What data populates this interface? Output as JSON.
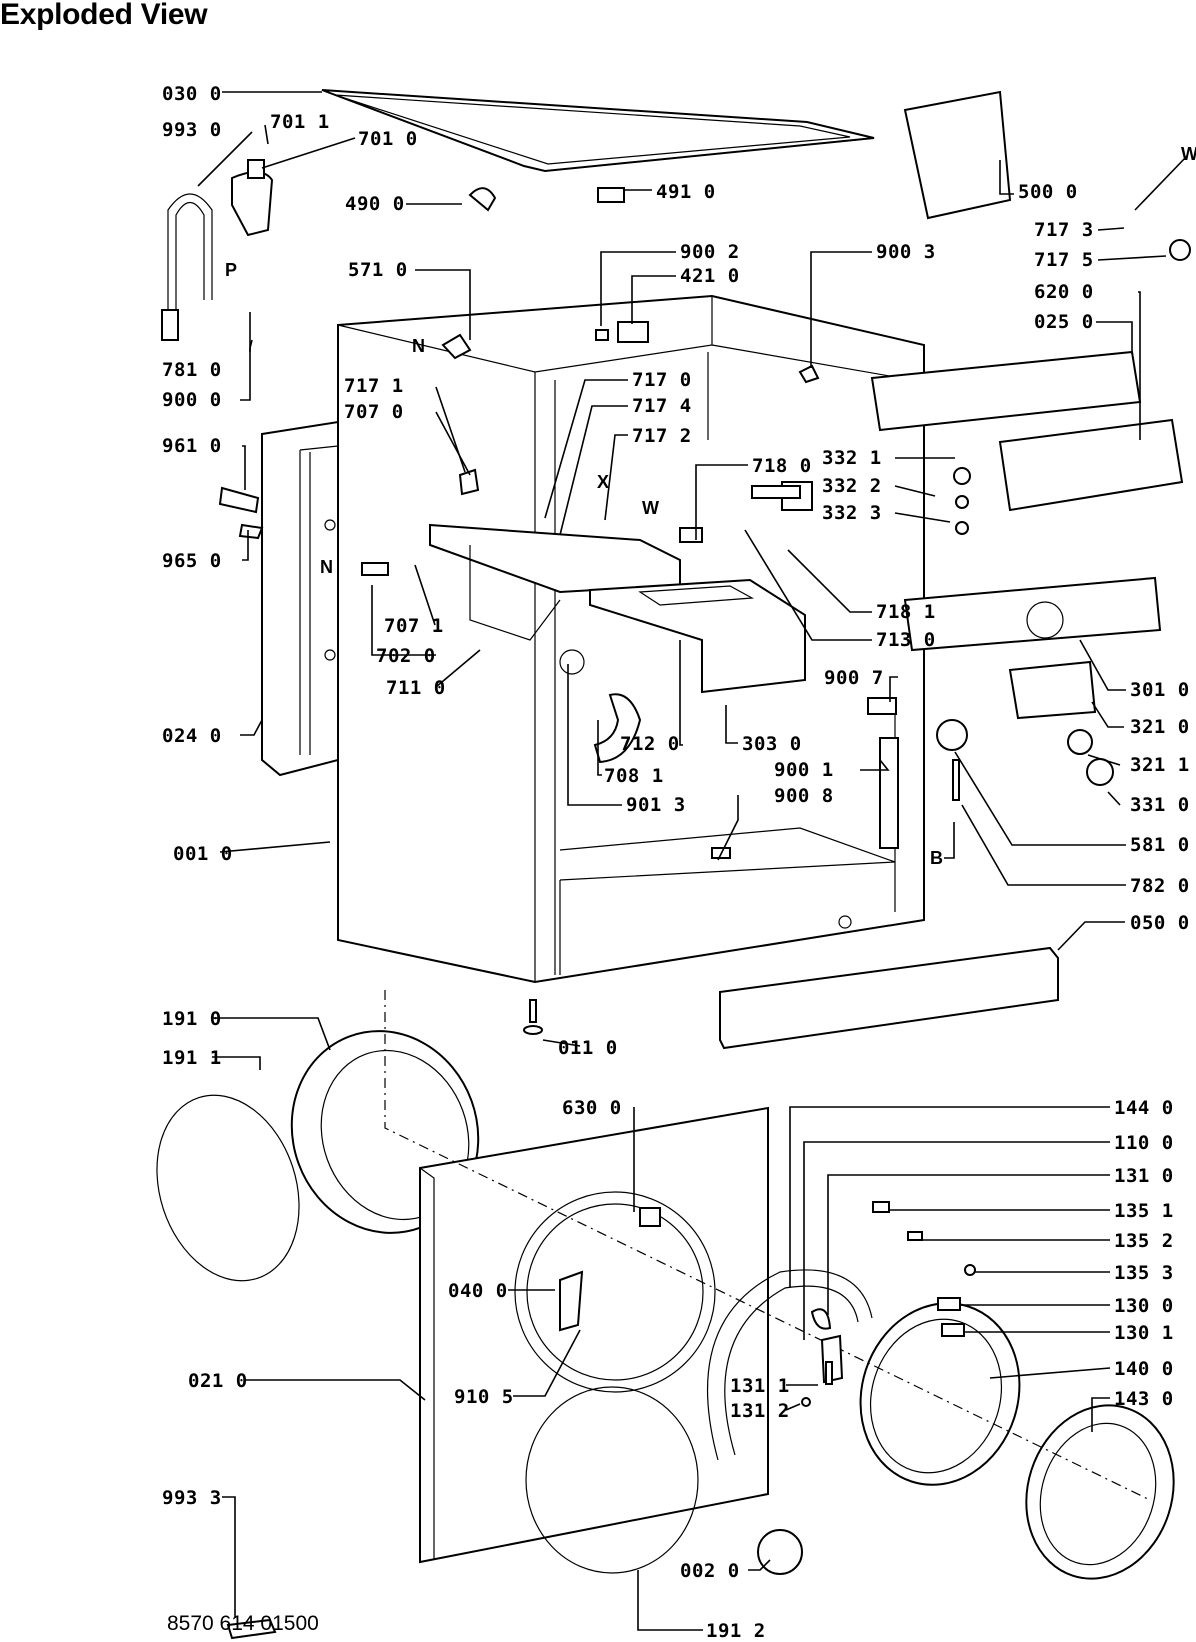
{
  "title": "Exploded View",
  "document_number": "8570 614 01500",
  "callouts": [
    {
      "id": "c0300",
      "text": "030 0"
    },
    {
      "id": "c9930",
      "text": "993 0"
    },
    {
      "id": "c7011",
      "text": "701 1"
    },
    {
      "id": "c7010",
      "text": "701 0"
    },
    {
      "id": "c4900",
      "text": "490 0"
    },
    {
      "id": "c4910",
      "text": "491 0"
    },
    {
      "id": "c5000",
      "text": "500 0"
    },
    {
      "id": "c7173",
      "text": "717 3"
    },
    {
      "id": "c7175",
      "text": "717 5"
    },
    {
      "id": "c6200",
      "text": "620 0"
    },
    {
      "id": "c0250",
      "text": "025 0"
    },
    {
      "id": "c9002",
      "text": "900 2"
    },
    {
      "id": "c4210",
      "text": "421 0"
    },
    {
      "id": "c9003",
      "text": "900 3"
    },
    {
      "id": "c5710",
      "text": "571 0"
    },
    {
      "id": "c7810",
      "text": "781 0"
    },
    {
      "id": "c9000",
      "text": "900 0"
    },
    {
      "id": "c7171",
      "text": "717 1"
    },
    {
      "id": "c7070",
      "text": "707 0"
    },
    {
      "id": "c7170",
      "text": "717 0"
    },
    {
      "id": "c7174",
      "text": "717 4"
    },
    {
      "id": "c7172",
      "text": "717 2"
    },
    {
      "id": "c7180",
      "text": "718 0"
    },
    {
      "id": "c3321",
      "text": "332 1"
    },
    {
      "id": "c3322",
      "text": "332 2"
    },
    {
      "id": "c3323",
      "text": "332 3"
    },
    {
      "id": "c9610",
      "text": "961 0"
    },
    {
      "id": "c9650",
      "text": "965 0"
    },
    {
      "id": "c7071",
      "text": "707 1"
    },
    {
      "id": "c7020",
      "text": "702 0"
    },
    {
      "id": "c7110",
      "text": "711 0"
    },
    {
      "id": "c7181",
      "text": "718 1"
    },
    {
      "id": "c7130",
      "text": "713 0"
    },
    {
      "id": "c9007",
      "text": "900 7"
    },
    {
      "id": "c3010",
      "text": "301 0"
    },
    {
      "id": "c3210",
      "text": "321 0"
    },
    {
      "id": "c3211",
      "text": "321 1"
    },
    {
      "id": "c3310",
      "text": "331 0"
    },
    {
      "id": "c0240",
      "text": "024 0"
    },
    {
      "id": "c7120",
      "text": "712 0"
    },
    {
      "id": "c7081",
      "text": "708 1"
    },
    {
      "id": "c3030",
      "text": "303 0"
    },
    {
      "id": "c9001",
      "text": "900 1"
    },
    {
      "id": "c9008",
      "text": "900 8"
    },
    {
      "id": "c9013",
      "text": "901 3"
    },
    {
      "id": "c5810",
      "text": "581 0"
    },
    {
      "id": "c0010",
      "text": "001 0"
    },
    {
      "id": "c7820",
      "text": "782 0"
    },
    {
      "id": "c0500",
      "text": "050 0"
    },
    {
      "id": "c1910",
      "text": "191 0"
    },
    {
      "id": "c1911",
      "text": "191 1"
    },
    {
      "id": "c0110",
      "text": "011 0"
    },
    {
      "id": "c6300",
      "text": "630 0"
    },
    {
      "id": "c1440",
      "text": "144 0"
    },
    {
      "id": "c1100",
      "text": "110 0"
    },
    {
      "id": "c1310",
      "text": "131 0"
    },
    {
      "id": "c1351",
      "text": "135 1"
    },
    {
      "id": "c1352",
      "text": "135 2"
    },
    {
      "id": "c1353",
      "text": "135 3"
    },
    {
      "id": "c0400",
      "text": "040 0"
    },
    {
      "id": "c1300",
      "text": "130 0"
    },
    {
      "id": "c1301",
      "text": "130 1"
    },
    {
      "id": "c1400",
      "text": "140 0"
    },
    {
      "id": "c0210",
      "text": "021 0"
    },
    {
      "id": "c9105",
      "text": "910 5"
    },
    {
      "id": "c1311",
      "text": "131 1"
    },
    {
      "id": "c1312",
      "text": "131 2"
    },
    {
      "id": "c1430",
      "text": "143 0"
    },
    {
      "id": "c9933",
      "text": "993 3"
    },
    {
      "id": "c0020",
      "text": "002 0"
    },
    {
      "id": "c1912",
      "text": "191 2"
    }
  ],
  "letters": [
    {
      "id": "lW1",
      "text": "W"
    },
    {
      "id": "lP",
      "text": "P"
    },
    {
      "id": "lN1",
      "text": "N"
    },
    {
      "id": "lX",
      "text": "X"
    },
    {
      "id": "lW2",
      "text": "W"
    },
    {
      "id": "lN2",
      "text": "N"
    },
    {
      "id": "lB",
      "text": "B"
    }
  ]
}
